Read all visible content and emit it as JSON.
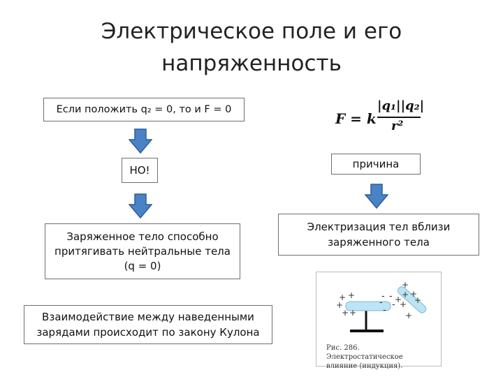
{
  "title": {
    "line1": "Электрическое поле и его",
    "line2": "напряженность"
  },
  "left": {
    "box1": "Если положить q₂ = 0, то и F = 0",
    "box2": "НО!",
    "box3": {
      "line1": "Заряженное тело способно",
      "line2": "притягивать нейтральные тела",
      "line3": "(q = 0)"
    },
    "box4": {
      "line1": "Взаимодействие между наведенными",
      "line2": "зарядами происходит по закону Кулона"
    }
  },
  "right": {
    "formula": {
      "lhs": "F = k",
      "numerator": "|q₁||q₂|",
      "denominator": "r²"
    },
    "cause_label": "причина",
    "box5": {
      "line1": "Электризация тел вблизи",
      "line2": "заряженного тела"
    },
    "figure_caption": {
      "line1": "Рис. 286. Электростатическое",
      "line2": "влияние (индукция)."
    }
  },
  "colors": {
    "arrow_fill": "#4a82c6",
    "arrow_stroke": "#2f5e94",
    "rod_fill": "#bde4f4",
    "rod_stroke": "#7fb6d0"
  }
}
